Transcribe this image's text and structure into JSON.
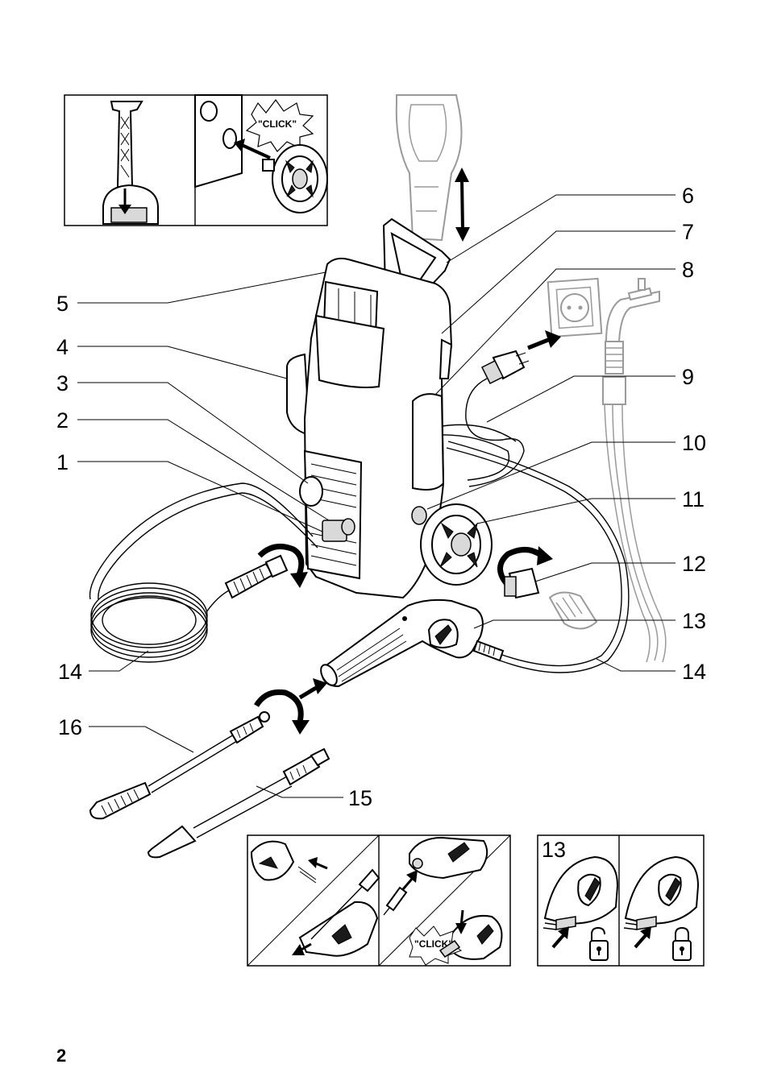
{
  "callouts": [
    {
      "id": "c1",
      "label": "1"
    },
    {
      "id": "c2",
      "label": "2"
    },
    {
      "id": "c3",
      "label": "3"
    },
    {
      "id": "c4",
      "label": "4"
    },
    {
      "id": "c5",
      "label": "5"
    },
    {
      "id": "c6",
      "label": "6"
    },
    {
      "id": "c7",
      "label": "7"
    },
    {
      "id": "c8",
      "label": "8"
    },
    {
      "id": "c9",
      "label": "9"
    },
    {
      "id": "c10",
      "label": "10"
    },
    {
      "id": "c11",
      "label": "11"
    },
    {
      "id": "c12",
      "label": "12"
    },
    {
      "id": "c13",
      "label": "13"
    },
    {
      "id": "c14a",
      "label": "14"
    },
    {
      "id": "c14b",
      "label": "14"
    },
    {
      "id": "c15",
      "label": "15"
    },
    {
      "id": "c16",
      "label": "16"
    }
  ],
  "click_label_1": "\"CLICK\"",
  "click_label_2": "\"CLICK\"",
  "lock_panel_label": "13",
  "page_number": "2",
  "icons": [
    "arrow-icon",
    "rotate-arrow-icon",
    "lock-open-icon",
    "lock-closed-icon",
    "socket-icon",
    "tap-icon"
  ]
}
